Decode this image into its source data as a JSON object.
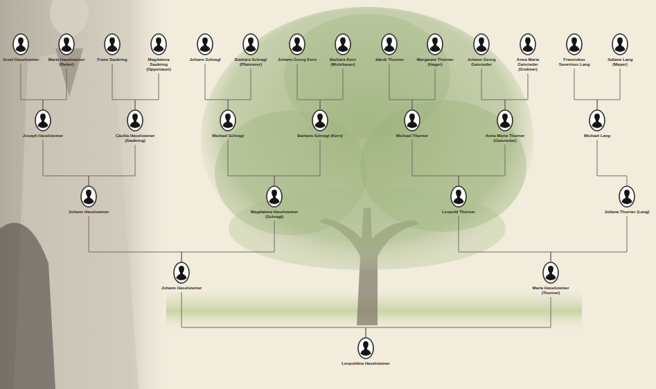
{
  "diagram": {
    "nodes": [
      {
        "text": [
          "Josef Haselsteiner"
        ]
      },
      {
        "text": [
          "Maria Haselsteiner (Reiter)"
        ]
      },
      {
        "text": [
          "Franz Saukring"
        ]
      },
      {
        "text": [
          "Magdalena Saukring (Oppenauer)"
        ]
      },
      {
        "text": [
          "Johann Schragl"
        ]
      },
      {
        "text": [
          "Barbara Schragl (Pfannerer)"
        ]
      },
      {
        "text": [
          "Johann Georg Kern"
        ]
      },
      {
        "text": [
          "Barbara Kern (Mohrbauer)"
        ]
      },
      {
        "text": [
          "Jakob Thurner"
        ]
      },
      {
        "text": [
          "Margarete Thurner (Hager)"
        ]
      },
      {
        "text": [
          "Johann Georg Gaisrieder"
        ]
      },
      {
        "text": [
          "Anna Maria Gaisrieder (Grabner)"
        ]
      },
      {
        "text": [
          "Franziskus Severinus Lang"
        ]
      },
      {
        "text": [
          "Juliane Lang (Mayer)"
        ]
      },
      {
        "text": [
          "Joseph Haselsteiner"
        ]
      },
      {
        "text": [
          "Cäcilia Haselsteiner (Saukring)"
        ]
      },
      {
        "text": [
          "Michael Schragl"
        ]
      },
      {
        "text": [
          "Barbara Schragl (Kern)"
        ]
      },
      {
        "text": [
          "Michael Thurner"
        ]
      },
      {
        "text": [
          "Anna Maria Thurner (Gaisrieder)"
        ]
      },
      {
        "text": [
          "Michael Lang"
        ]
      },
      {
        "text": [
          "Johann Haselsteiner"
        ]
      },
      {
        "text": [
          "Magdalena Haselsteiner (Schragl)"
        ]
      },
      {
        "text": [
          "Leopold Thurner"
        ]
      },
      {
        "text": [
          "Juliana Thurner (Lang)"
        ]
      },
      {
        "text": [
          "Johann Haselsteiner"
        ]
      },
      {
        "text": [
          "Maria Haselsteiner (Thurner)"
        ]
      },
      {
        "text": [
          "Leopoldine Haselsteiner"
        ]
      }
    ],
    "edges": [
      {
        "from": 0,
        "to": 14,
        "arrow": "none"
      },
      {
        "from": 1,
        "to": 14,
        "arrow": "none"
      },
      {
        "from": 2,
        "to": 15,
        "arrow": "none"
      },
      {
        "from": 3,
        "to": 15,
        "arrow": "none"
      },
      {
        "from": 4,
        "to": 16,
        "arrow": "none"
      },
      {
        "from": 5,
        "to": 16,
        "arrow": "none"
      },
      {
        "from": 6,
        "to": 17,
        "arrow": "none"
      },
      {
        "from": 7,
        "to": 17,
        "arrow": "none"
      },
      {
        "from": 8,
        "to": 18,
        "arrow": "none"
      },
      {
        "from": 9,
        "to": 18,
        "arrow": "none"
      },
      {
        "from": 10,
        "to": 19,
        "arrow": "none"
      },
      {
        "from": 11,
        "to": 19,
        "arrow": "none"
      },
      {
        "from": 12,
        "to": 20,
        "arrow": "none"
      },
      {
        "from": 13,
        "to": 20,
        "arrow": "none"
      },
      {
        "from": 14,
        "to": 21,
        "arrow": "none"
      },
      {
        "from": 15,
        "to": 21,
        "arrow": "none"
      },
      {
        "from": 16,
        "to": 22,
        "arrow": "none"
      },
      {
        "from": 17,
        "to": 22,
        "arrow": "none"
      },
      {
        "from": 18,
        "to": 23,
        "arrow": "none"
      },
      {
        "from": 19,
        "to": 23,
        "arrow": "none"
      },
      {
        "from": 20,
        "to": 24,
        "arrow": "none"
      },
      {
        "from": 21,
        "to": 25,
        "arrow": "none"
      },
      {
        "from": 22,
        "to": 25,
        "arrow": "none"
      },
      {
        "from": 23,
        "to": 26,
        "arrow": "none"
      },
      {
        "from": 24,
        "to": 26,
        "arrow": "none"
      },
      {
        "from": 25,
        "to": 27,
        "arrow": "none"
      },
      {
        "from": 26,
        "to": 27,
        "arrow": "none"
      }
    ]
  }
}
